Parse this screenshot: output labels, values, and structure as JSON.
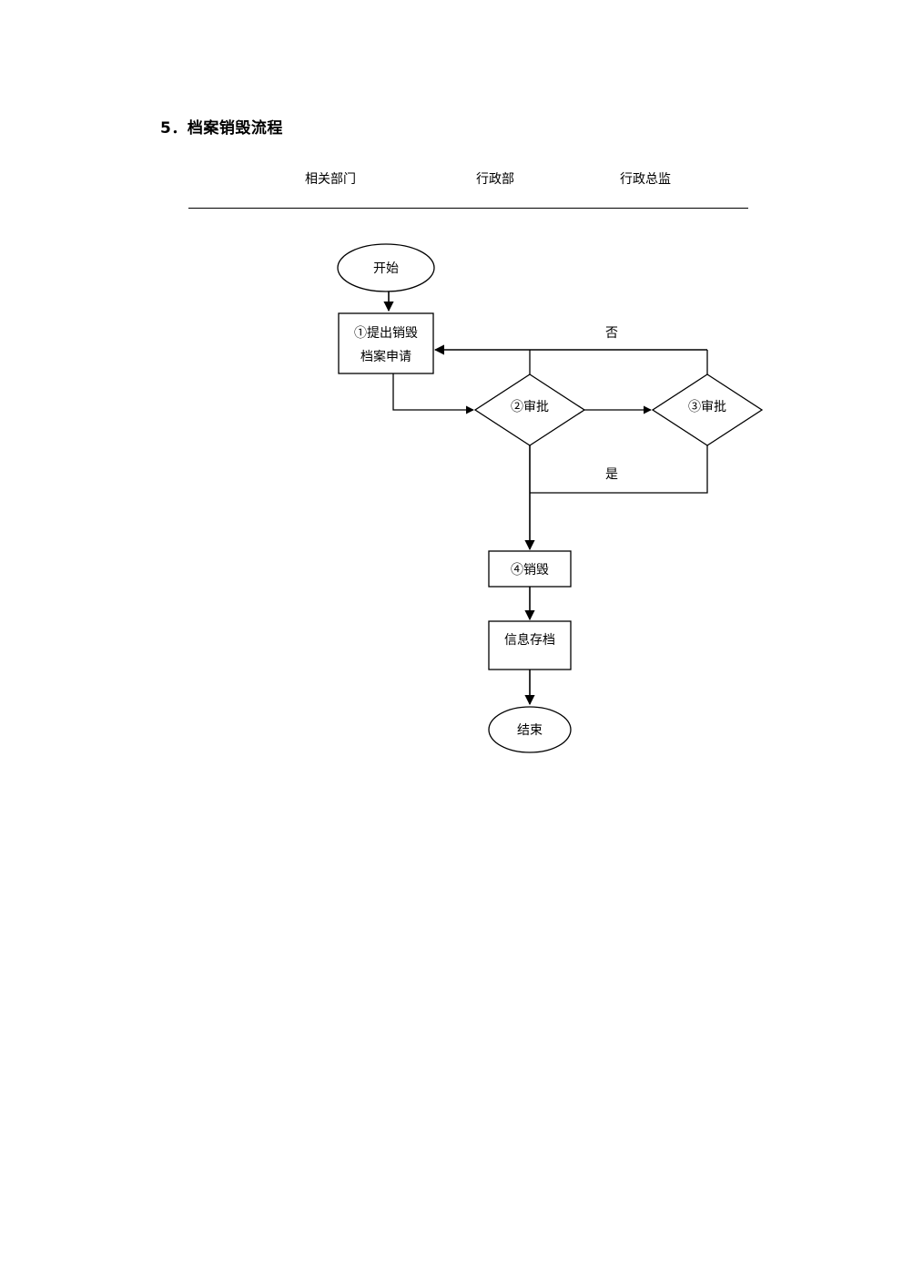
{
  "section_title": "5．档案销毁流程",
  "lanes": [
    "相关部门",
    "行政部",
    "行政总监"
  ],
  "nodes": {
    "start": "开始",
    "apply_line1": "①提出销毁",
    "apply_line2": "档案申请",
    "approve_admin": "②审批",
    "approve_director": "③审批",
    "destroy": "④销毁",
    "archive": "信息存档",
    "end": "结束"
  },
  "edge_labels": {
    "no": "否",
    "yes": "是"
  }
}
